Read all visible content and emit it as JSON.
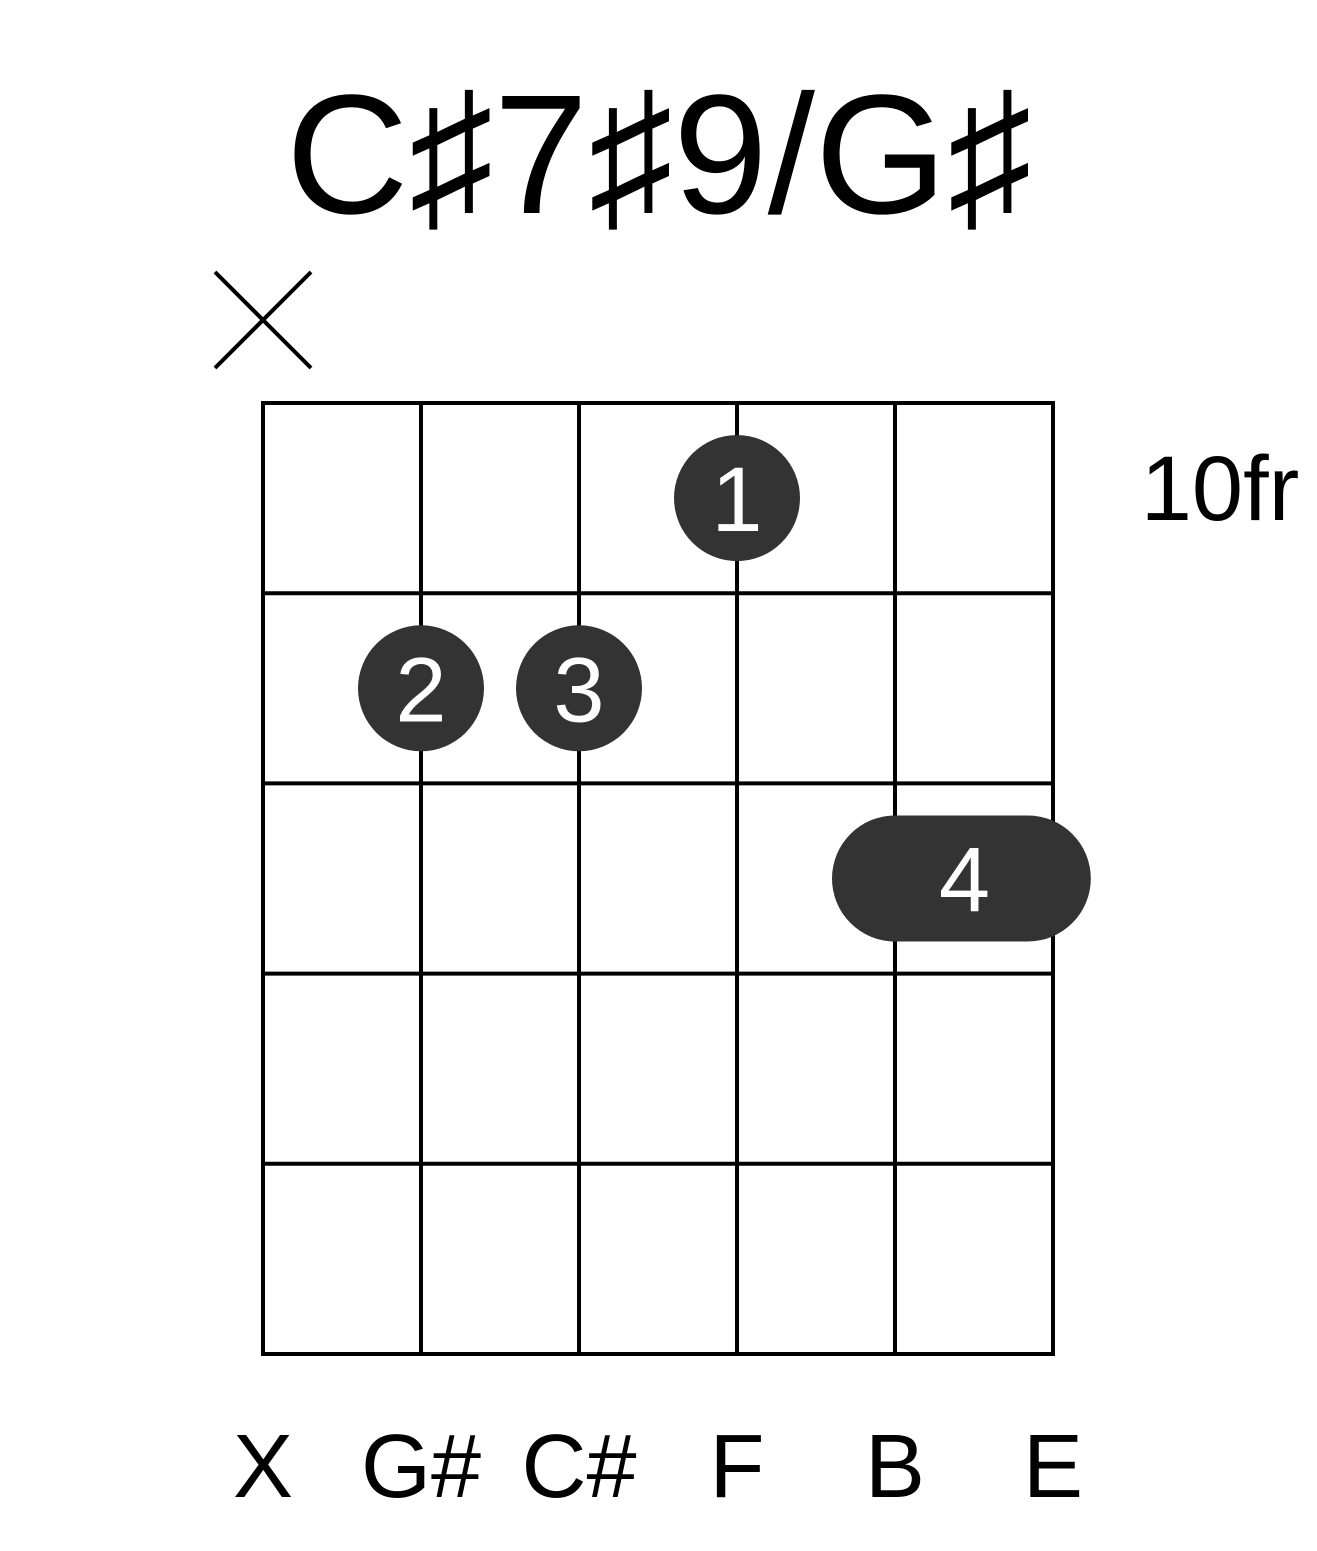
{
  "chord": {
    "name": "C♯7♯9/G♯",
    "start_fret_label": "10fr"
  },
  "strings": [
    {
      "note": "X",
      "muted": true
    },
    {
      "note": "G#",
      "muted": false
    },
    {
      "note": "C#",
      "muted": false
    },
    {
      "note": "F",
      "muted": false
    },
    {
      "note": "B",
      "muted": false
    },
    {
      "note": "E",
      "muted": false
    }
  ],
  "frets_shown": 5,
  "fingers": [
    {
      "finger": "1",
      "string": 4,
      "fret": 1
    },
    {
      "finger": "2",
      "string": 2,
      "fret": 2
    },
    {
      "finger": "3",
      "string": 3,
      "fret": 2
    },
    {
      "finger": "4",
      "string": 5,
      "fret": 3,
      "barre_to_string": 6
    }
  ],
  "colors": {
    "dot": "#333333",
    "dot_text": "#ffffff",
    "lines": "#000000",
    "background": "#ffffff"
  }
}
